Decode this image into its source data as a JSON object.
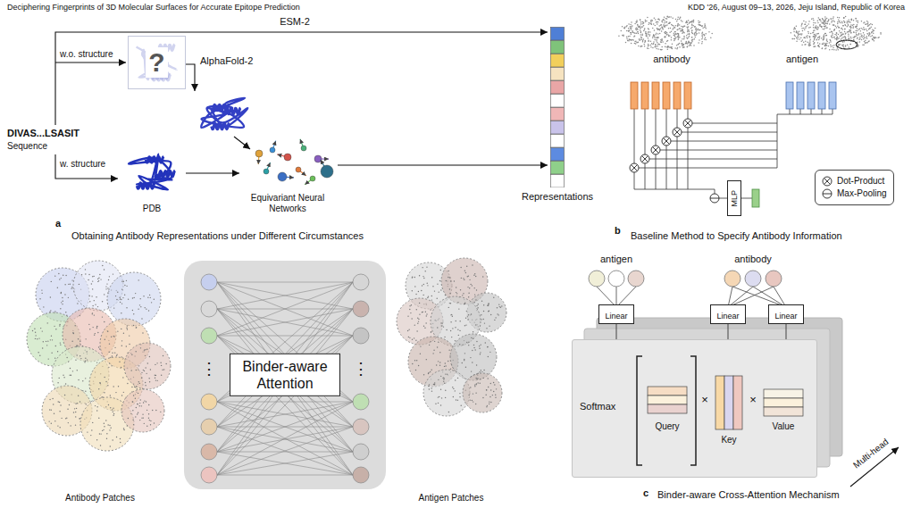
{
  "diagram": {
    "nodes": [
      {
        "text": [
          "?"
        ]
      },
      {
        "text": [
          "Representations"
        ]
      },
      {
        "text": [
          "MLP"
        ]
      },
      {
        "text": [
          "Binder-aware Attention",
          "⋮",
          "⋮"
        ]
      },
      {
        "text": [
          "Linear"
        ]
      },
      {
        "text": [
          "Linear"
        ]
      },
      {
        "text": [
          "Linear"
        ]
      },
      {
        "text": [
          "Softmax",
          "Query",
          "×",
          "Key",
          "×",
          "Value"
        ]
      }
    ],
    "edges": [
      {
        "from": 4,
        "to": 7,
        "arrow": "none"
      },
      {
        "from": 5,
        "to": 7,
        "arrow": "none"
      },
      {
        "from": 6,
        "to": 7,
        "arrow": "none"
      }
    ],
    "labels": [
      "Deciphering Fingerprints of 3D Molecular Surfaces for Accurate Epitope Prediction",
      "KDD '26, August 09–13, 2026, Jeju Island, Republic of Korea",
      "ESM-2",
      "w.o. structure",
      "AlphaFold-2",
      "DIVAS...LSASIT",
      "Sequence",
      "w. structure",
      "PDB",
      "Equivariant Neural Networks",
      "a",
      "Obtaining Antibody Representations under Different Circumstances",
      "antibody",
      "antigen",
      "b",
      "Baseline Method to Specify Antibody Information",
      "Antibody Patches",
      "Antigen Patches",
      "antigen",
      "antibody",
      "Multi-head",
      "c",
      "Binder-aware Cross-Attention Mechanism"
    ],
    "legend": [
      {
        "text": "Dot-Product"
      },
      {
        "text": "Max-Pooling"
      }
    ]
  }
}
